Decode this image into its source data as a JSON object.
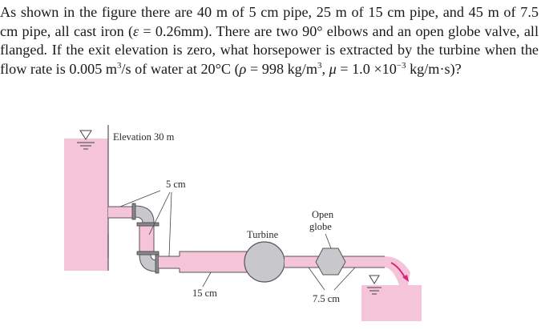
{
  "problem": {
    "intro": "As shown in the figure there are 40 m of 5 cm pipe, 25 m of 15 cm pipe, and 45 m of 7.5 cm pipe, all cast iron (",
    "epsilon_symbol": "ε",
    "epsilon_value": " = 0.26mm). There are two 90° elbows and an open globe valve, all flanged. If the exit elevation is zero, what horsepower is extracted by the turbine when the flow rate is 0.005 m",
    "flow_exp": "3",
    "water_text": "/s of water at 20°C (",
    "rho_symbol": "ρ",
    "rho_value": " = 998 kg/m",
    "rho_exp": "3",
    "mu_sep": ", ",
    "mu_symbol": "μ",
    "mu_value": " = 1.0 ×10",
    "mu_exp": "−3",
    "mu_units": " kg/m·s)?"
  },
  "figure": {
    "elevation_label": "Elevation 30 m",
    "pipe_5cm_label": "5 cm",
    "pipe_15cm_label": "15 cm",
    "pipe_75cm_label": "7.5 cm",
    "turbine_label": "Turbine",
    "valve_label_line1": "Open",
    "valve_label_line2": "globe",
    "colors": {
      "water": "#f5c4d8",
      "fitting": "#c8c8cc",
      "outline": "#555555",
      "flow_arrow": "#d6287a"
    }
  }
}
